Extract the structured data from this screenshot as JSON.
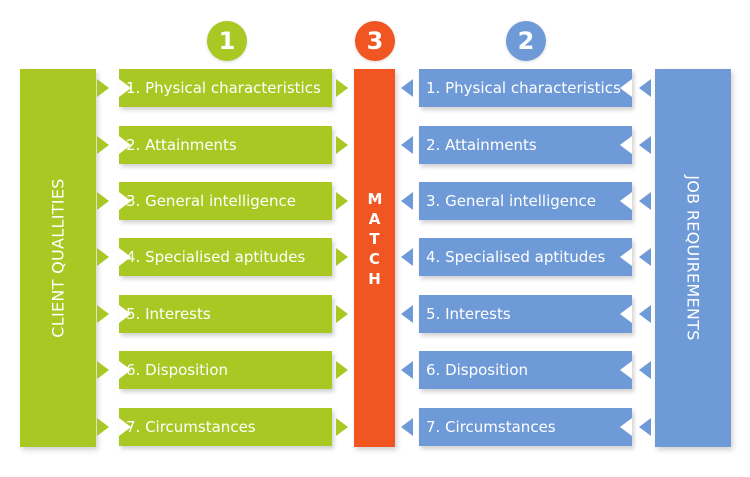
{
  "badges": {
    "left": "1",
    "middle": "3",
    "right": "2"
  },
  "colors": {
    "green": "#a9c823",
    "orange": "#f05522",
    "blue": "#6f9ad8"
  },
  "client_label": "CLIENT QUALLITIES",
  "job_label": "JOB REQUIREMENTS",
  "match_label": "MATCH",
  "client_items": [
    "1. Physical characteristics",
    "2. Attainments",
    "3. General intelligence",
    "4. Specialised aptitudes",
    "5. Interests",
    "6. Disposition",
    "7. Circumstances"
  ],
  "job_items": [
    "1. Physical characteristics",
    "2. Attainments",
    "3. General intelligence",
    "4. Specialised aptitudes",
    "5. Interests",
    "6. Disposition",
    "7. Circumstances"
  ]
}
